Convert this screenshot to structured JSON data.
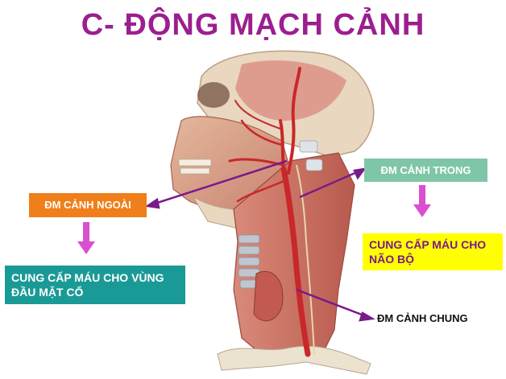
{
  "title": "C- ĐỘNG MẠCH CẢNH",
  "labels": {
    "external_carotid": "ĐM CẢNH NGOÀI",
    "internal_carotid": "ĐM CẢNH TRONG",
    "common_carotid": "ĐM CẢNH CHUNG"
  },
  "descriptions": {
    "external_line1": "CUNG CẤP MÁU CHO VÙNG",
    "external_line2": "ĐẦU MẶT CỔ",
    "internal_line1": "CUNG CẤP MÁU CHO",
    "internal_line2": "NÃO BỘ"
  },
  "colors": {
    "title": "#9b1f8f",
    "external_label_bg": "#f07e1a",
    "internal_label_bg": "#7fc6a8",
    "external_box_bg": "#1a9a96",
    "internal_box_bg": "#ffff00",
    "down_arrow": "#d94fd0",
    "pointer_line": "#7a1a8c",
    "artery": "#c8282a",
    "bone": "#e9d7c0",
    "muscle": "#d9837a"
  },
  "icons": {
    "external_down": "down-arrow-icon",
    "internal_down": "down-arrow-icon"
  }
}
